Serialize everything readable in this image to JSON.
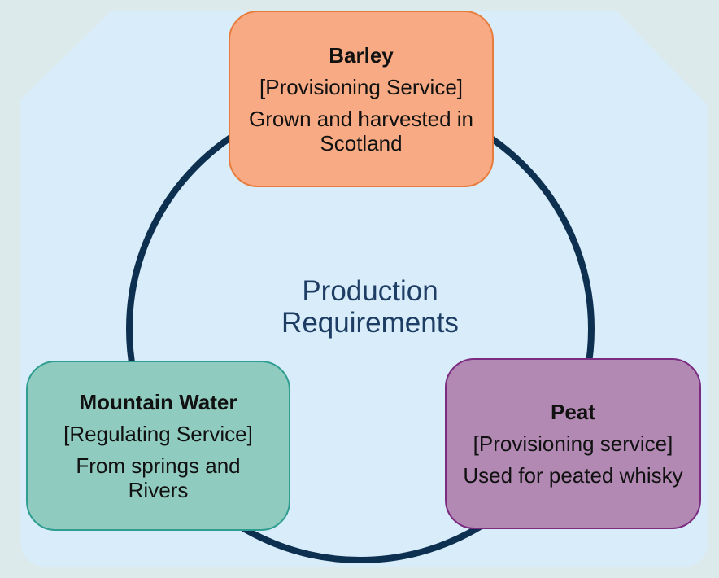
{
  "title": {
    "line1": "Production",
    "line2": "Requirements"
  },
  "nodes": {
    "barley": {
      "title": "Barley",
      "subtitle": "[Provisioning Service]",
      "description_line1": "Grown and harvested in",
      "description_line2": "Scotland"
    },
    "mountain_water": {
      "title": "Mountain Water",
      "subtitle": "[Regulating Service]",
      "description_line1": "From springs and",
      "description_line2": "Rivers"
    },
    "peat": {
      "title": "Peat",
      "subtitle": "[Provisioning service]",
      "description_line1": "Used for peated whisky",
      "description_line2": ""
    }
  },
  "colors": {
    "outer_background": "#dceaec",
    "inner_background": "#d8edf9",
    "circle_stroke": "#0d3050",
    "title_text": "#1e3d64",
    "node_text": "#111111",
    "barley_fill": "#f7aa83",
    "barley_border": "#e87c3c",
    "water_fill": "#90cbbf",
    "water_border": "#2f9e90",
    "peat_fill": "#b289b3",
    "peat_border": "#7b2c81"
  }
}
